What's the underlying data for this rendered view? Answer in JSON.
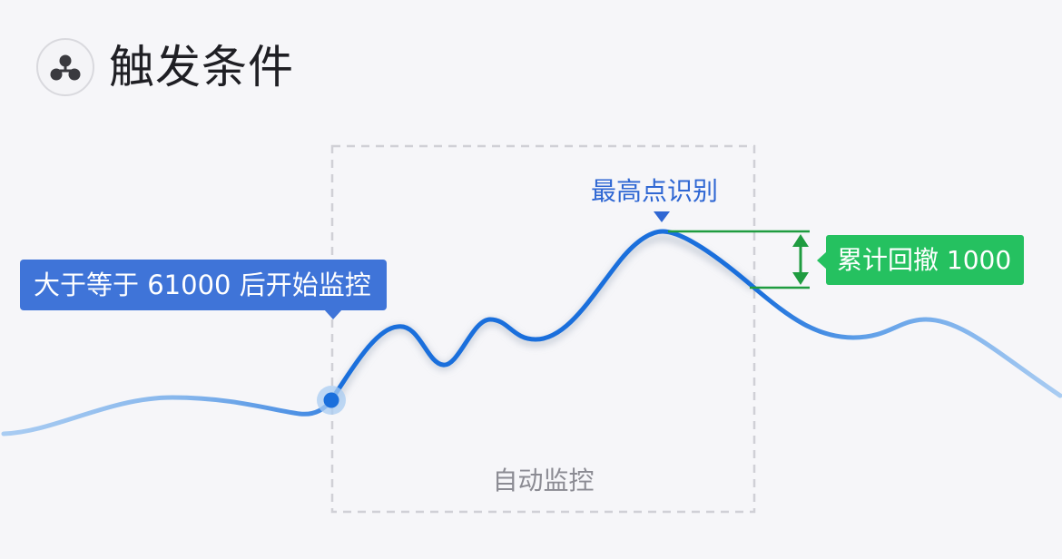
{
  "header": {
    "icon": "hierarchy-icon",
    "title": "触发条件"
  },
  "diagram": {
    "start_tip": "大于等于 61000 后开始监控",
    "peak_label": "最高点识别",
    "drawdown_label": "累计回撤 1000",
    "monitor_zone_label": "自动监控",
    "colors": {
      "background": "#f6f6f9",
      "line_active": "#1a6fdc",
      "line_inactive": "#9dc3ef",
      "start_tip_bg": "#3f74d8",
      "peak_label": "#2f67d3",
      "drawdown_bg": "#25c160",
      "drawdown_marker": "#1f9c40",
      "zone_border": "#d0d0d6",
      "zone_text": "#8b8b93"
    }
  }
}
